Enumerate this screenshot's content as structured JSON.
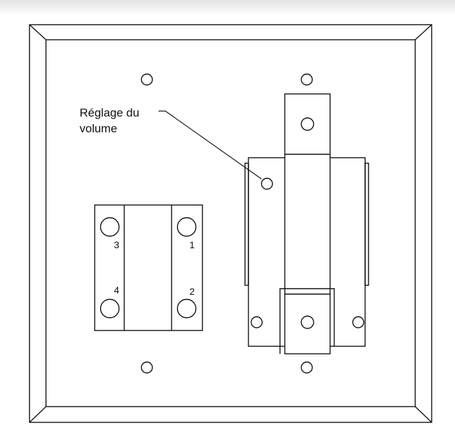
{
  "callout": {
    "line1": "Réglage du",
    "line2": "volume"
  },
  "terminals": {
    "t1": "1",
    "t2": "2",
    "t3": "3",
    "t4": "4"
  }
}
